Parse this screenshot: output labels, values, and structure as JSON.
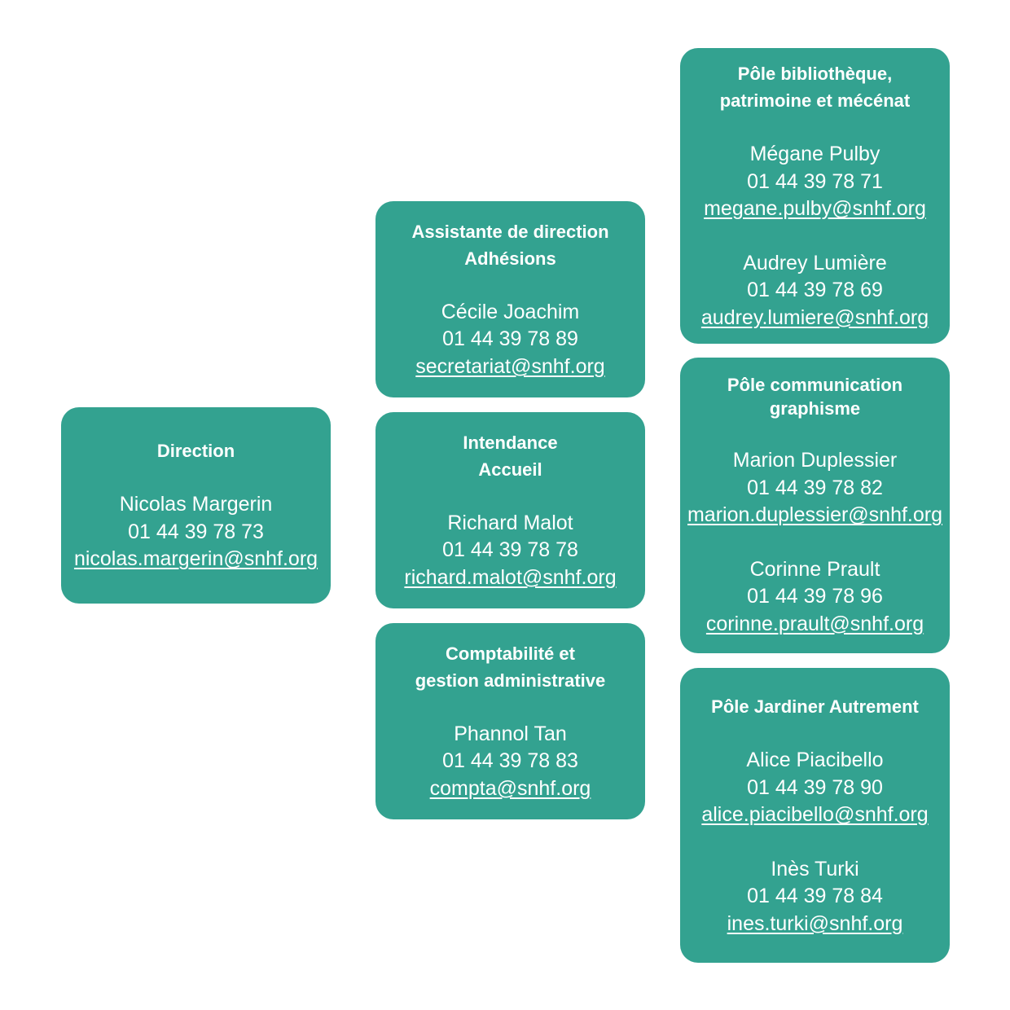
{
  "cards": {
    "direction": {
      "title": "Direction",
      "contacts": [
        {
          "name": "Nicolas Margerin",
          "phone": "01 44 39 78 73",
          "email": "nicolas.margerin@snhf.org"
        }
      ]
    },
    "assistante": {
      "title_lines": [
        "Assistante de direction",
        "Adhésions"
      ],
      "contacts": [
        {
          "name": "Cécile Joachim",
          "phone": "01 44 39 78 89",
          "email": "secretariat@snhf.org"
        }
      ]
    },
    "intendance": {
      "title_lines": [
        "Intendance",
        "Accueil"
      ],
      "contacts": [
        {
          "name": "Richard Malot",
          "phone": "01 44 39 78 78",
          "email": "richard.malot@snhf.org"
        }
      ]
    },
    "comptabilite": {
      "title_lines": [
        "Comptabilité et",
        "gestion administrative"
      ],
      "contacts": [
        {
          "name": "Phannol Tan",
          "phone": "01 44 39 78 83",
          "email": "compta@snhf.org"
        }
      ]
    },
    "bibliotheque": {
      "title_lines": [
        "Pôle bibliothèque,",
        "patrimoine et mécénat"
      ],
      "contacts": [
        {
          "name": "Mégane Pulby",
          "phone": "01 44 39 78 71",
          "email": "megane.pulby@snhf.org"
        },
        {
          "name": "Audrey Lumière",
          "phone": "01 44 39 78 69",
          "email": "audrey.lumiere@snhf.org"
        }
      ]
    },
    "communication": {
      "title_lines": [
        "Pôle communication",
        "graphisme"
      ],
      "contacts": [
        {
          "name": "Marion Duplessier",
          "phone": "01 44 39 78 82",
          "email": "marion.duplessier@snhf.org"
        },
        {
          "name": "Corinne Prault",
          "phone": "01 44 39 78 96",
          "email": "corinne.prault@snhf.org"
        }
      ]
    },
    "jardiner": {
      "title": "Pôle Jardiner Autrement",
      "contacts": [
        {
          "name": "Alice Piacibello",
          "phone": "01 44 39 78 90",
          "email": "alice.piacibello@snhf.org"
        },
        {
          "name": "Inès Turki",
          "phone": "01 44 39 78 84",
          "email": "ines.turki@snhf.org"
        }
      ]
    }
  },
  "colors": {
    "card_background": "#33a290",
    "card_text": "#ffffff",
    "page_background": "#ffffff"
  }
}
